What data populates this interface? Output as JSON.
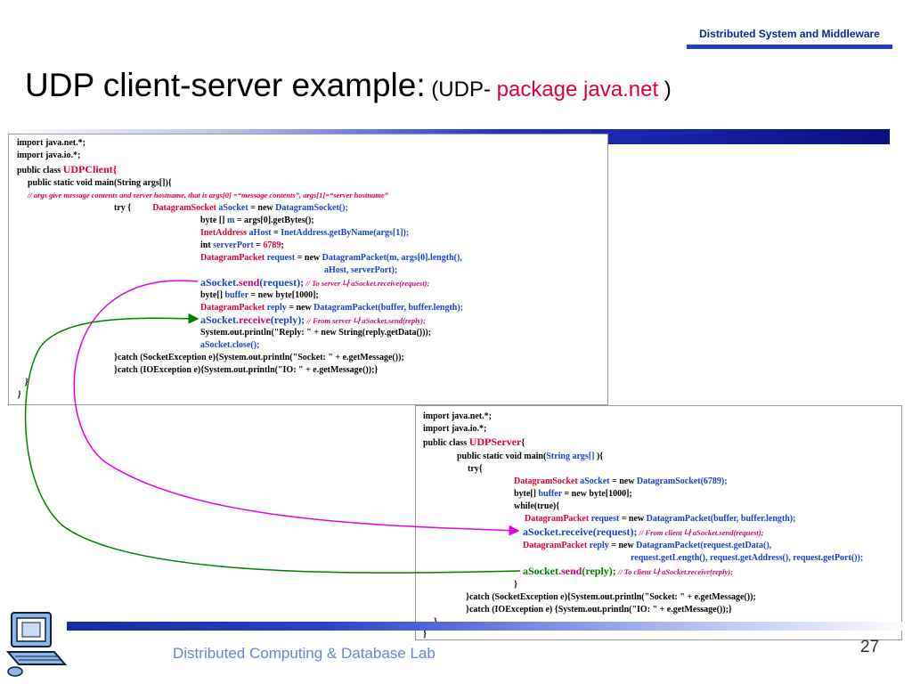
{
  "header": {
    "tag": "Distributed System and Middleware"
  },
  "title": {
    "main": "UDP client-server example:",
    "sub1": " (UDP- ",
    "sub2": "package java.net",
    "sub3": " )"
  },
  "client": {
    "l1": "import java.net.*;",
    "l2": "import java.io.*;",
    "l3a": "public class ",
    "l3b": "UDPClient{",
    "l4": "public static void main(String args[]){",
    "l5": "// args give message contents and server hostname, that is args[0] =“message contents”, args[1]=“server hostname”",
    "l6a": "try {",
    "l6b": "DatagramSocket ",
    "l6c": "aSocket",
    "l6d": " = new ",
    "l6e": "DatagramSocket();",
    "l7a": "byte [] ",
    "l7b": "m",
    "l7c": " = args[0].getBytes();",
    "l8a": "InetAddress ",
    "l8b": "aHost",
    "l8c": " = ",
    "l8d": "InetAddress.getByName(args[1]);",
    "l9a": "int ",
    "l9b": "serverPort",
    "l9c": " = ",
    "l9d": "6789",
    "l9e": ";",
    "l10a": "DatagramPacket ",
    "l10b": "request",
    "l10c": " = new ",
    "l10d": "DatagramPacket(m,  args[0].length(),",
    "l11": "aHost, serverPort);",
    "l12a": "aSocket.",
    "l12b": "send",
    "l12c": "(request);",
    "l12d": "  // To  server 나 aSocket.receive(request);",
    "l13a": "byte[] ",
    "l13b": "buffer",
    "l13c": " = new byte[1000];",
    "l14a": "DatagramPacket ",
    "l14b": "reply",
    "l14c": " = new ",
    "l14d": "DatagramPacket(buffer, buffer.length);",
    "l15a": "aSocket.",
    "l15b": "receive",
    "l15c": "(reply);",
    "l15d": "  // From  server 나 aSocket.send(reply);",
    "l16": "System.out.println(\"Reply: \" + new String(reply.getData()));",
    "l17": "aSocket.close();",
    "l18": "}catch (SocketException e){System.out.println(\"Socket: \" + e.getMessage());",
    "l19": "}catch (IOException e){System.out.println(\"IO: \" + e.getMessage());}",
    "l20": "}",
    "l21": "}"
  },
  "server": {
    "l1": "import java.net.*;",
    "l2": "import java.io.*;",
    "l3a": "public class ",
    "l3b": "UDPServer",
    "l3c": "{",
    "l4a": "public static void main(",
    "l4b": "String args[]",
    "l4c": " ){",
    "l5": "try{",
    "l6a": "DatagramSocket ",
    "l6b": "aSocket",
    "l6c": " = new ",
    "l6d": "DatagramSocket(6789);",
    "l7a": "byte[] ",
    "l7b": "buffer",
    "l7c": " = new byte[1000];",
    "l8": "while(true){",
    "l9a": "DatagramPacket ",
    "l9b": "request",
    "l9c": " = new ",
    "l9d": "DatagramPacket(buffer, buffer.length);",
    "l10a": "aSocket.",
    "l10b": "receive(request);",
    "l10c": "  // From  client 나 aSocket.send(request);",
    "l11a": "DatagramPacket ",
    "l11b": "reply",
    "l11c": " = new ",
    "l11d": "DatagramPacket(request.getData(),",
    "l12": "request.getLength(), request.getAddress(), request.getPort());",
    "l13a": "aSocket.",
    "l13b": "send",
    "l13c": "(reply);",
    "l13d": "   // To  client 나 aSocket.receive(reply);",
    "l14": "}",
    "l15": "}catch (SocketException e){System.out.println(\"Socket: \" + e.getMessage());",
    "l16": "}catch (IOException e) {System.out.println(\"IO: \" + e.getMessage());}",
    "l17": "}",
    "l18": "}"
  },
  "footer": {
    "lab": "Distributed Computing & Database Lab",
    "page": "27"
  },
  "colors": {
    "keyword_red": "#e0003a",
    "identifier_blue": "#1a3fd6",
    "arrow_magenta": "#e000e0",
    "arrow_green": "#008000",
    "brand_blue": "#1f3fbf"
  }
}
